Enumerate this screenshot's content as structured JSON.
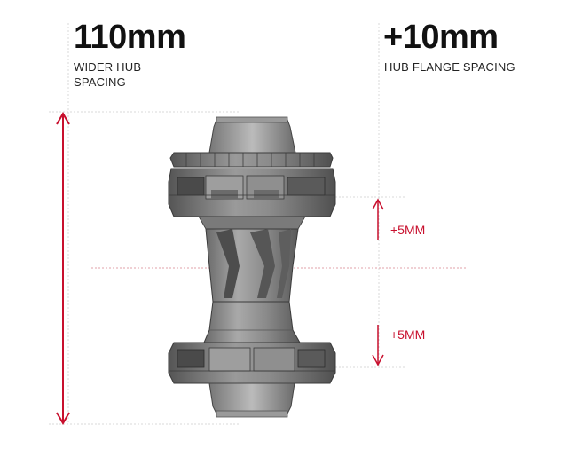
{
  "left_block": {
    "value": "110mm",
    "caption_line1": "WIDER HUB",
    "caption_line2": "SPACING"
  },
  "right_block": {
    "value": "+10mm",
    "caption": "HUB FLANGE SPACING"
  },
  "upper_offset_label": "+5MM",
  "lower_offset_label": "+5MM",
  "colors": {
    "accent": "#c8102e",
    "guide_line": "#d9d9d9",
    "hub_dark": "#4a4a4a",
    "hub_mid": "#7a7a7a",
    "hub_light": "#a8a8a8"
  }
}
